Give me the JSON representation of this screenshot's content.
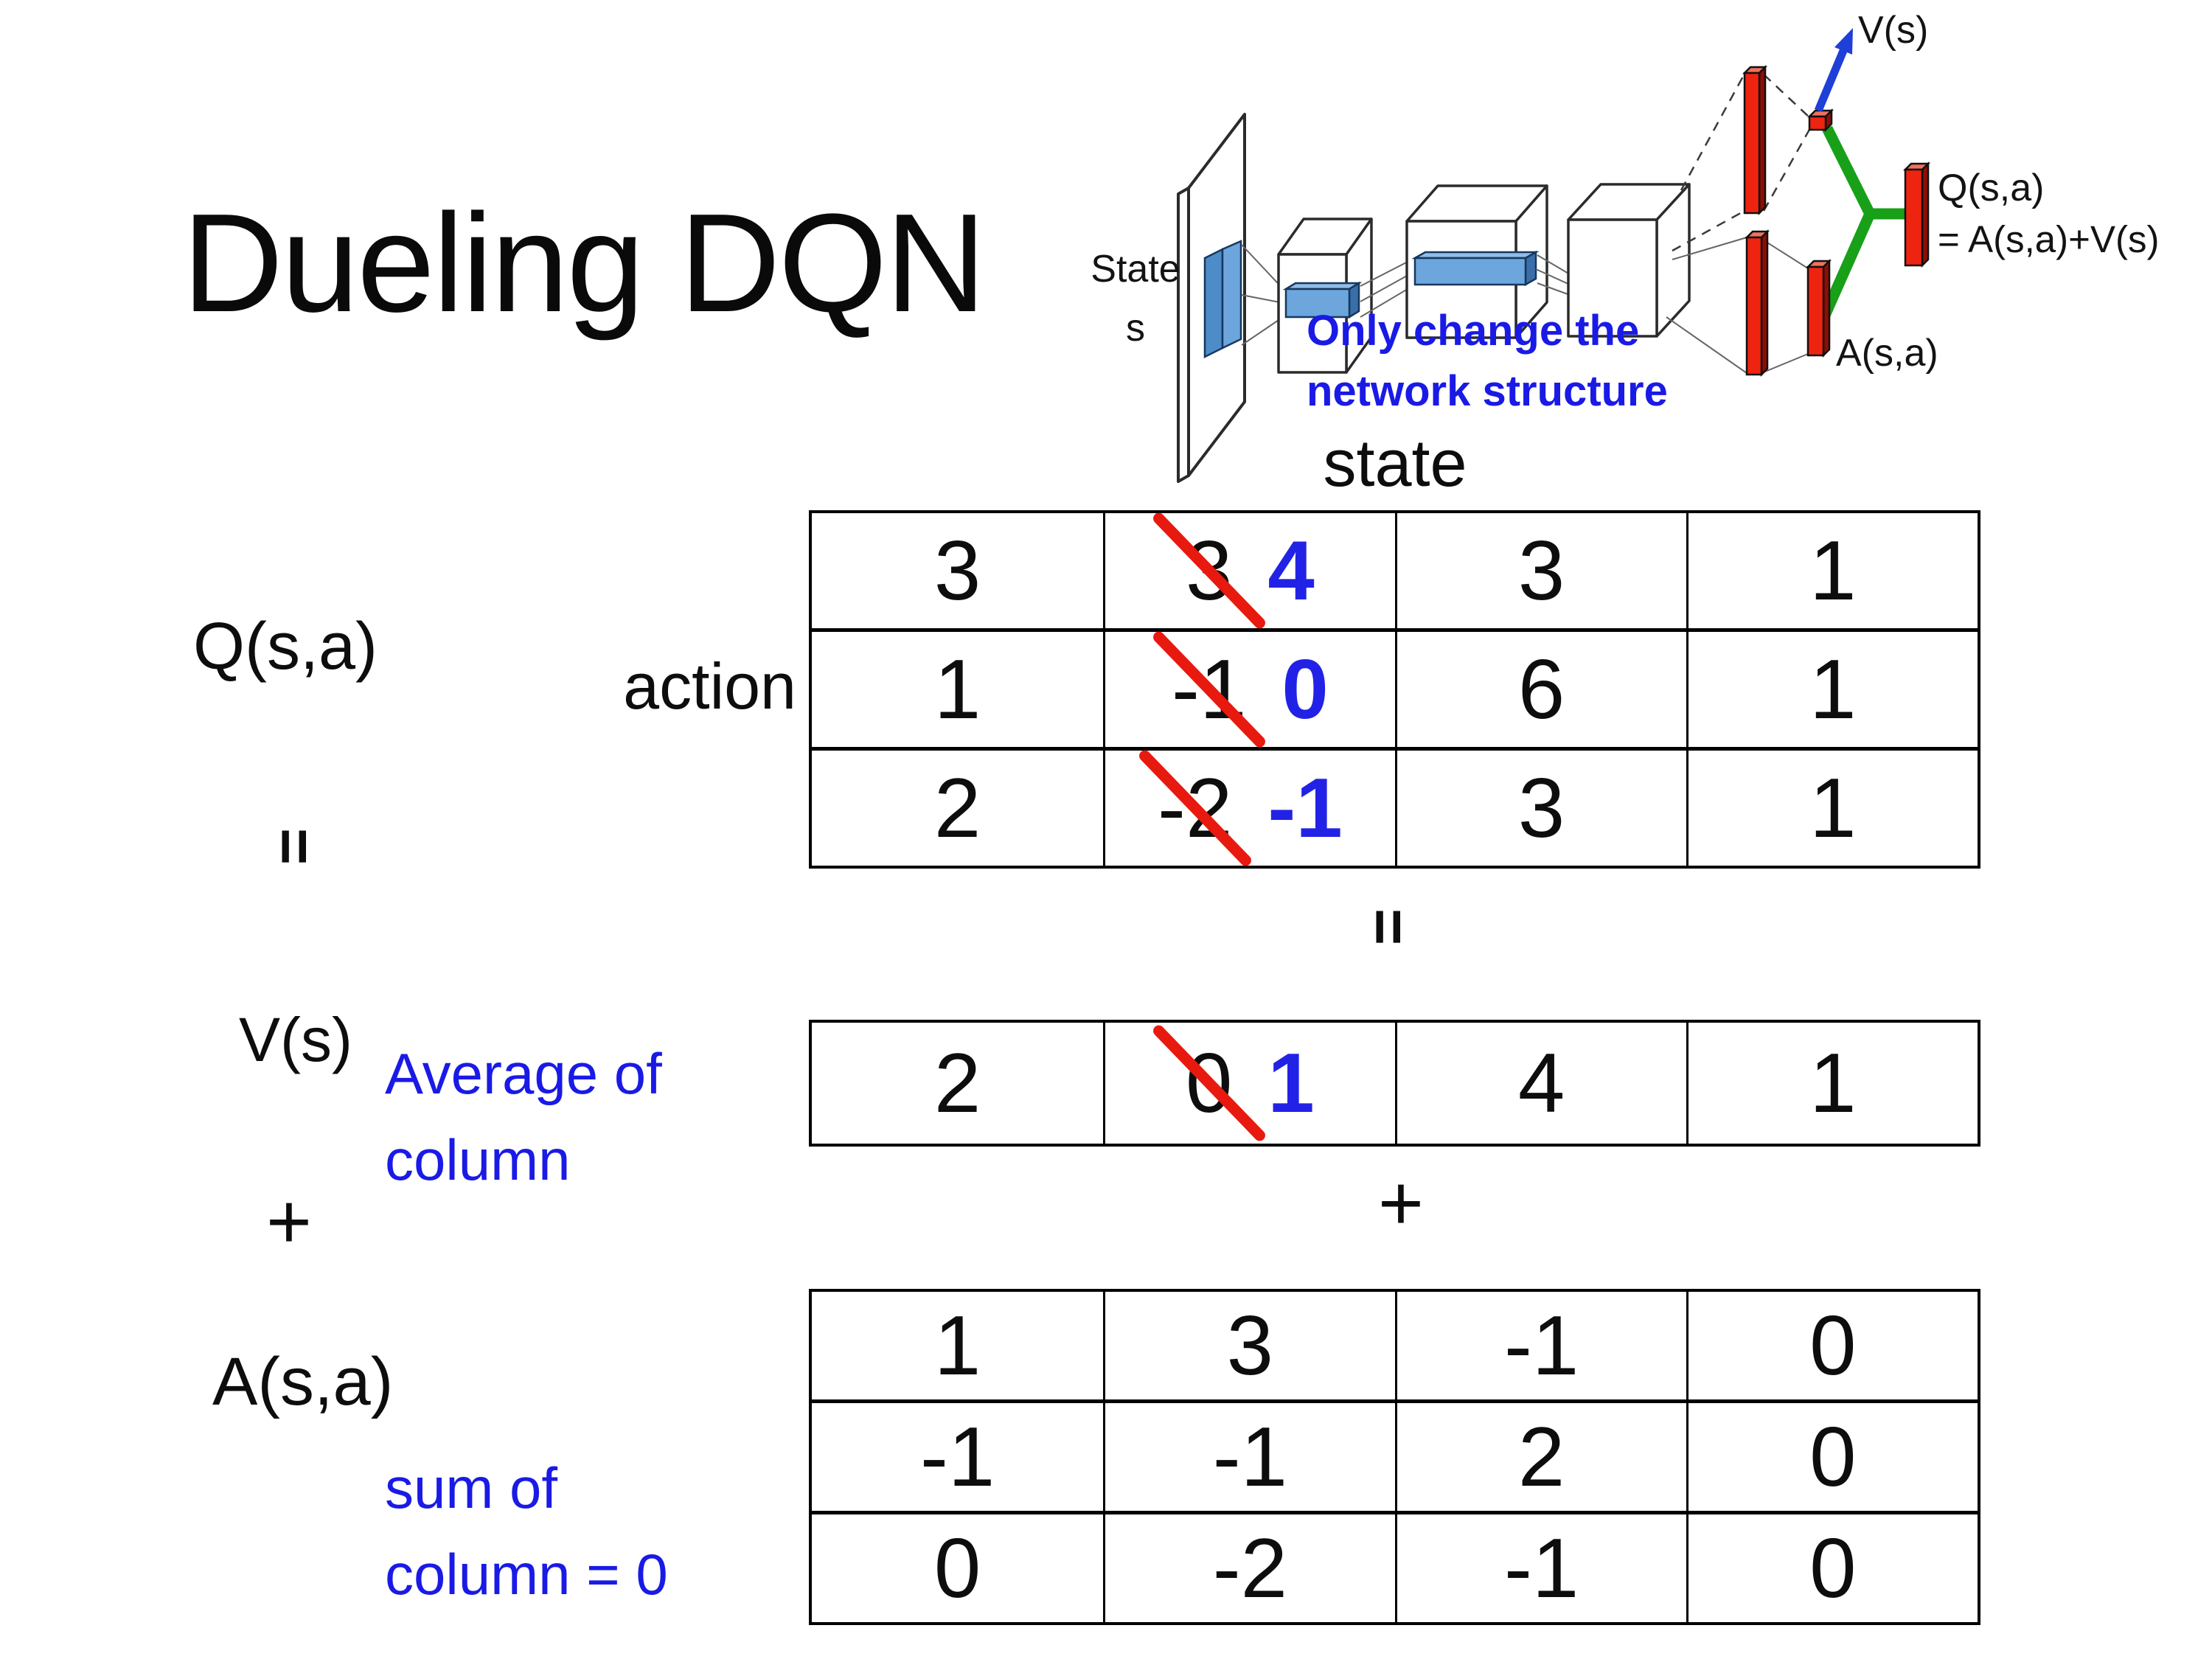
{
  "slide": {
    "title": "Dueling DQN"
  },
  "diagram": {
    "state_label": {
      "line1": "State",
      "line2": "s"
    },
    "note": {
      "line1": "Only change the",
      "line2": "network structure",
      "color": "#1a1ae6"
    },
    "outputs": {
      "v_label": "V(s)",
      "q_label_line1": "Q(s,a)",
      "q_label_line2": "= A(s,a)+V(s)",
      "a_label": "A(s,a)"
    },
    "colors": {
      "bar_red": "#ee2411",
      "connector_green": "#18a018",
      "arrow_blue": "#1f3fd9",
      "feature_blue": "#6ca6dc"
    }
  },
  "decomposition": {
    "state_header": "state",
    "action_label": "action",
    "q_label": "Q(s,a)",
    "v_label": "V(s)",
    "a_label": "A(s,a)",
    "equals_left": "=",
    "equals_mid": "=",
    "plus_left": "+",
    "plus_mid": "+",
    "avg_note": {
      "line1": "Average of",
      "line2": "column"
    },
    "sum_note": {
      "line1": "sum of",
      "line2": "column = 0"
    },
    "accent_blue": "#2222e6",
    "strike_red": "#e8190f",
    "tables": {
      "q": {
        "rows": [
          {
            "cells": [
              {
                "value": "3"
              },
              {
                "value": "3",
                "struck": true,
                "replacement": "4"
              },
              {
                "value": "3"
              },
              {
                "value": "1"
              }
            ]
          },
          {
            "cells": [
              {
                "value": "1"
              },
              {
                "value": "-1",
                "struck": true,
                "replacement": "0"
              },
              {
                "value": "6"
              },
              {
                "value": "1"
              }
            ]
          },
          {
            "cells": [
              {
                "value": "2"
              },
              {
                "value": "-2",
                "struck": true,
                "replacement": "-1"
              },
              {
                "value": "3"
              },
              {
                "value": "1"
              }
            ]
          }
        ]
      },
      "v": {
        "rows": [
          {
            "cells": [
              {
                "value": "2"
              },
              {
                "value": "0",
                "struck": true,
                "replacement": "1"
              },
              {
                "value": "4"
              },
              {
                "value": "1"
              }
            ]
          }
        ]
      },
      "a": {
        "rows": [
          {
            "cells": [
              {
                "value": "1"
              },
              {
                "value": "3"
              },
              {
                "value": "-1"
              },
              {
                "value": "0"
              }
            ]
          },
          {
            "cells": [
              {
                "value": "-1"
              },
              {
                "value": "-1"
              },
              {
                "value": "2"
              },
              {
                "value": "0"
              }
            ]
          },
          {
            "cells": [
              {
                "value": "0"
              },
              {
                "value": "-2"
              },
              {
                "value": "-1"
              },
              {
                "value": "0"
              }
            ]
          }
        ]
      }
    }
  }
}
